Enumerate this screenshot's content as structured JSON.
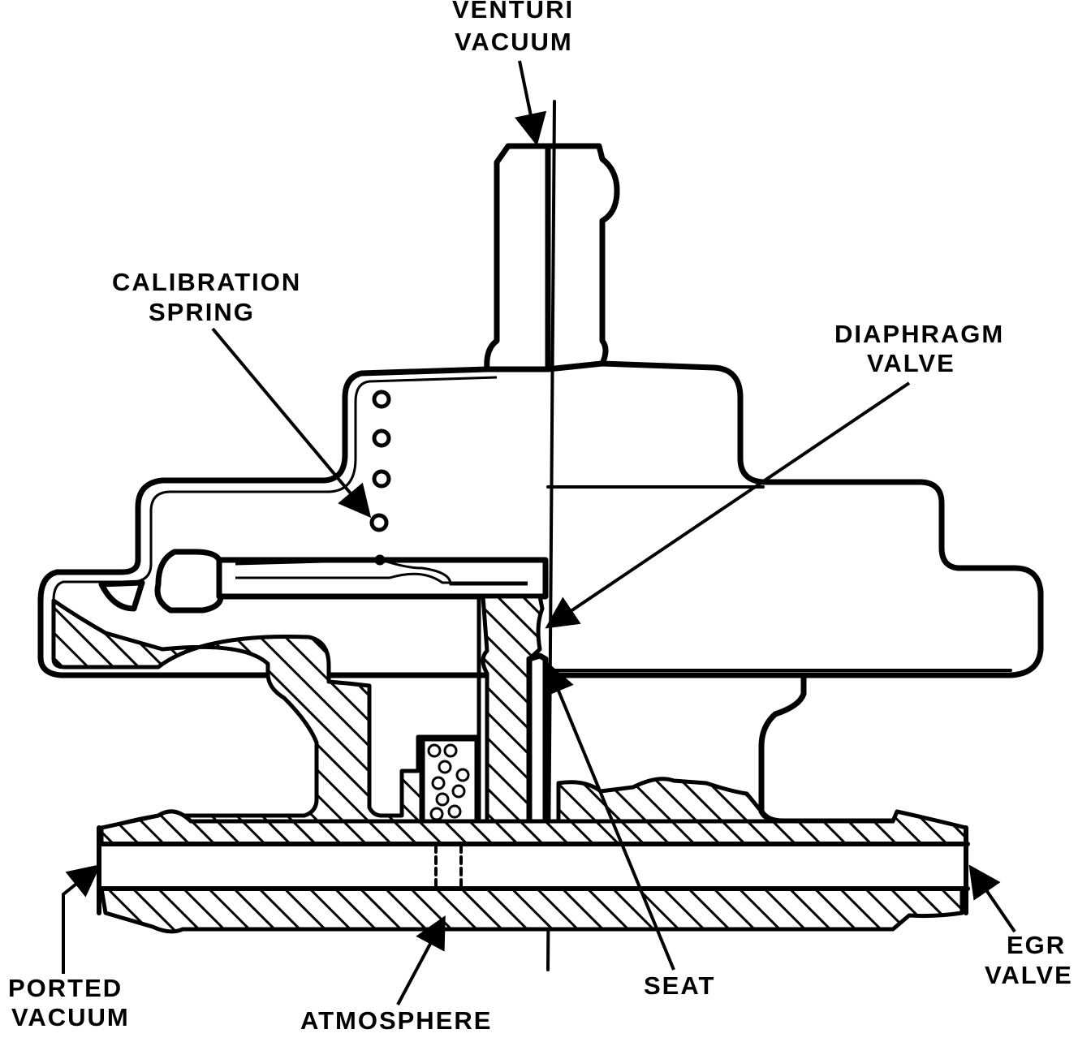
{
  "labels": {
    "venturi_vacuum": [
      "VENTURI",
      "VACUUM"
    ],
    "calibration_spring": [
      "CALIBRATION",
      "SPRING"
    ],
    "diaphragm_valve": [
      "DIAPHRAGM",
      "VALVE"
    ],
    "ported_vacuum": [
      "PORTED",
      "VACUUM"
    ],
    "atmosphere": "ATMOSPHERE",
    "seat": "SEAT",
    "egr_valve": [
      "EGR",
      "VALVE"
    ]
  },
  "colors": {
    "ink": "#000000",
    "paper": "#ffffff"
  }
}
